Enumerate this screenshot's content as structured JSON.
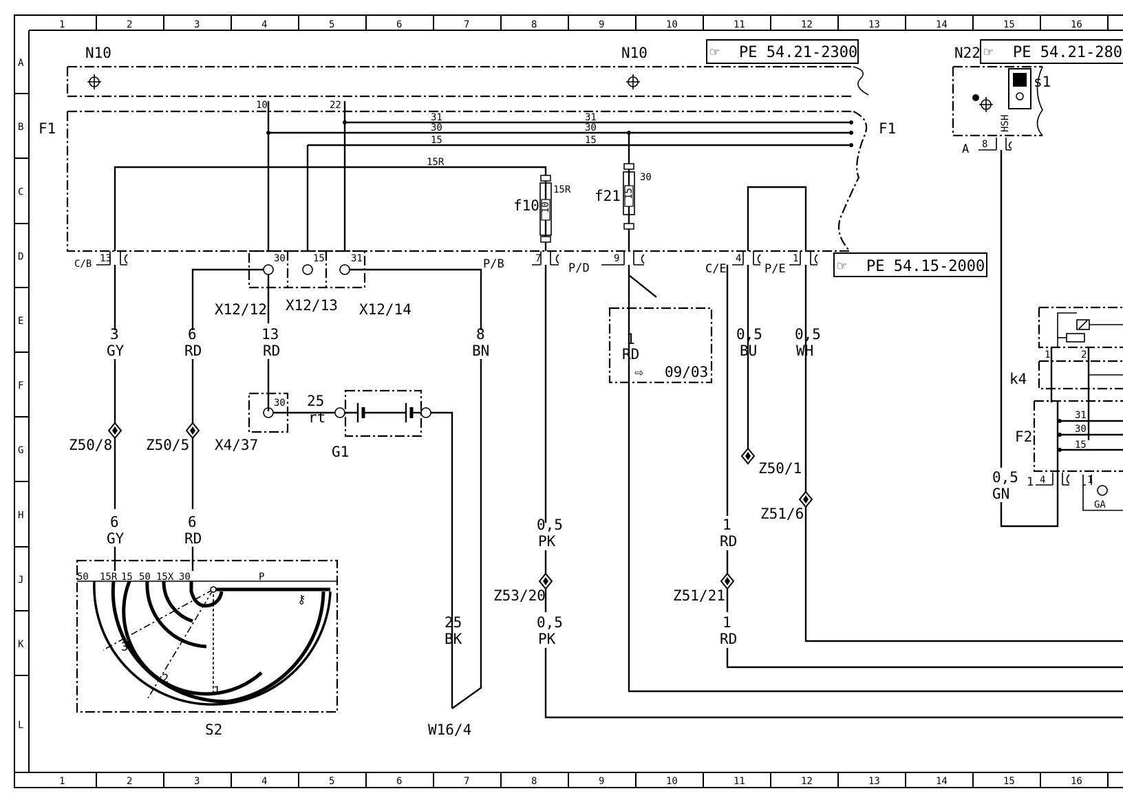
{
  "grid": {
    "columns": [
      "1",
      "2",
      "3",
      "4",
      "5",
      "6",
      "7",
      "8",
      "9",
      "10",
      "11",
      "12",
      "13",
      "14",
      "15",
      "16"
    ],
    "rows": [
      "A",
      "B",
      "C",
      "D",
      "E",
      "F",
      "G",
      "H",
      "J",
      "K",
      "L"
    ]
  },
  "references": [
    {
      "text": "PE 54.21-2300"
    },
    {
      "text": "PE 54.21-280"
    },
    {
      "text": "PE 54.15-2000"
    }
  ],
  "components": {
    "n10_left": "N10",
    "n10_right": "N10",
    "n22": "N22",
    "s1": "s1",
    "hsh": "HSH",
    "f1_left": "F1",
    "f1_right": "F1",
    "f10": "f10",
    "f21": "f21",
    "x12_12": "X12/12",
    "x12_13": "X12/13",
    "x12_14": "X12/14",
    "x4_37": "X4/37",
    "g1": "G1",
    "s2": "S2",
    "w16_4": "W16/4",
    "k4": "k4",
    "f2": "F2",
    "ga": "GA"
  },
  "connectors": {
    "cb": "C/B",
    "pb": "P/B",
    "pd": "P/D",
    "ce": "C/E",
    "pe": "P/E",
    "a": "A"
  },
  "pins": {
    "p10": "10",
    "p22": "22",
    "p13": "13",
    "p30": "30",
    "p15": "15",
    "p31": "31",
    "p7": "7",
    "p9": "9",
    "p4": "4",
    "p1": "1",
    "p8": "8",
    "f10_val": "10",
    "f21_val": "15",
    "f10_tag": "15R",
    "f21_tag": "30",
    "x4_pin": "30"
  },
  "buses": {
    "b31": "31",
    "b30": "30",
    "b15": "15",
    "b15r": "15R"
  },
  "wires": {
    "w_3gy": [
      "3",
      "GY"
    ],
    "w_6rd": [
      "6",
      "RD"
    ],
    "w_13rd": [
      "13",
      "RD"
    ],
    "w_8bn": [
      "8",
      "BN"
    ],
    "w_1rd_box": [
      "1",
      "RD"
    ],
    "w_05bu": [
      "0,5",
      "BU"
    ],
    "w_05wh": [
      "0,5",
      "WH"
    ],
    "w_25rt": [
      "25",
      "rt"
    ],
    "w_6gy_low": [
      "6",
      "GY"
    ],
    "w_6rd_low": [
      "6",
      "RD"
    ],
    "w_05pk_a": [
      "0,5",
      "PK"
    ],
    "w_05pk_b": [
      "0,5",
      "PK"
    ],
    "w_1rd_a": [
      "1",
      "RD"
    ],
    "w_1rd_b": [
      "1",
      "RD"
    ],
    "w_25bk": [
      "25",
      "BK"
    ],
    "w_05gn": [
      "0,5",
      "GN"
    ]
  },
  "splices": {
    "z50_8": "Z50/8",
    "z50_5": "Z50/5",
    "z50_1": "Z50/1",
    "z51_6": "Z51/6",
    "z53_20": "Z53/20",
    "z51_21": "Z51/21"
  },
  "page_ref": "09/03",
  "s2_terminals": [
    "50",
    "15R",
    "15",
    "50",
    "15X",
    "30",
    "P"
  ],
  "s2_positions": [
    "3",
    "2",
    "1"
  ],
  "k4_pins": [
    "1",
    "2"
  ],
  "f2_buses": [
    "31",
    "30",
    "15"
  ],
  "f2_pins": [
    "4",
    "1"
  ],
  "left_pin_1": "1"
}
